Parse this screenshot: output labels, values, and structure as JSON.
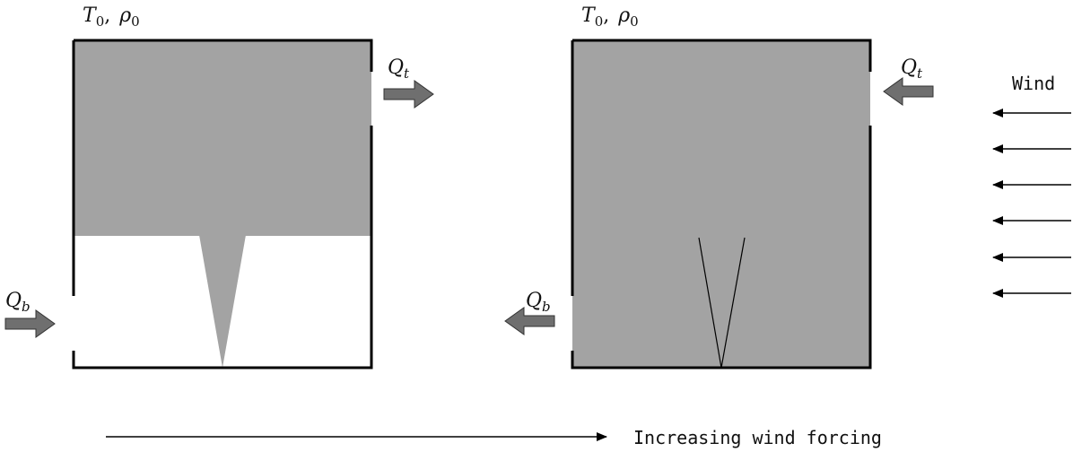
{
  "colors": {
    "fluid": "#a3a3a3",
    "wall": "#000000",
    "arrow_fill": "#6f6f6f",
    "arrow_stroke": "#333333"
  },
  "left_box": {
    "ambient": {
      "T": "T",
      "T_sub": "0",
      "sep": ",",
      "rho": "ρ",
      "rho_sub": "0"
    },
    "top_flow": {
      "symbol": "Q",
      "sub": "t",
      "direction": "out"
    },
    "bottom_flow": {
      "symbol": "Q",
      "sub": "b",
      "direction": "in"
    }
  },
  "right_box": {
    "ambient": {
      "T": "T",
      "T_sub": "0",
      "sep": ",",
      "rho": "ρ",
      "rho_sub": "0"
    },
    "top_flow": {
      "symbol": "Q",
      "sub": "t",
      "direction": "in"
    },
    "bottom_flow": {
      "symbol": "Q",
      "sub": "b",
      "direction": "out"
    }
  },
  "wind": {
    "label": "Wind",
    "arrow_count": 6,
    "direction": "left"
  },
  "bottom_axis": {
    "label": "Increasing wind forcing",
    "direction": "right"
  }
}
